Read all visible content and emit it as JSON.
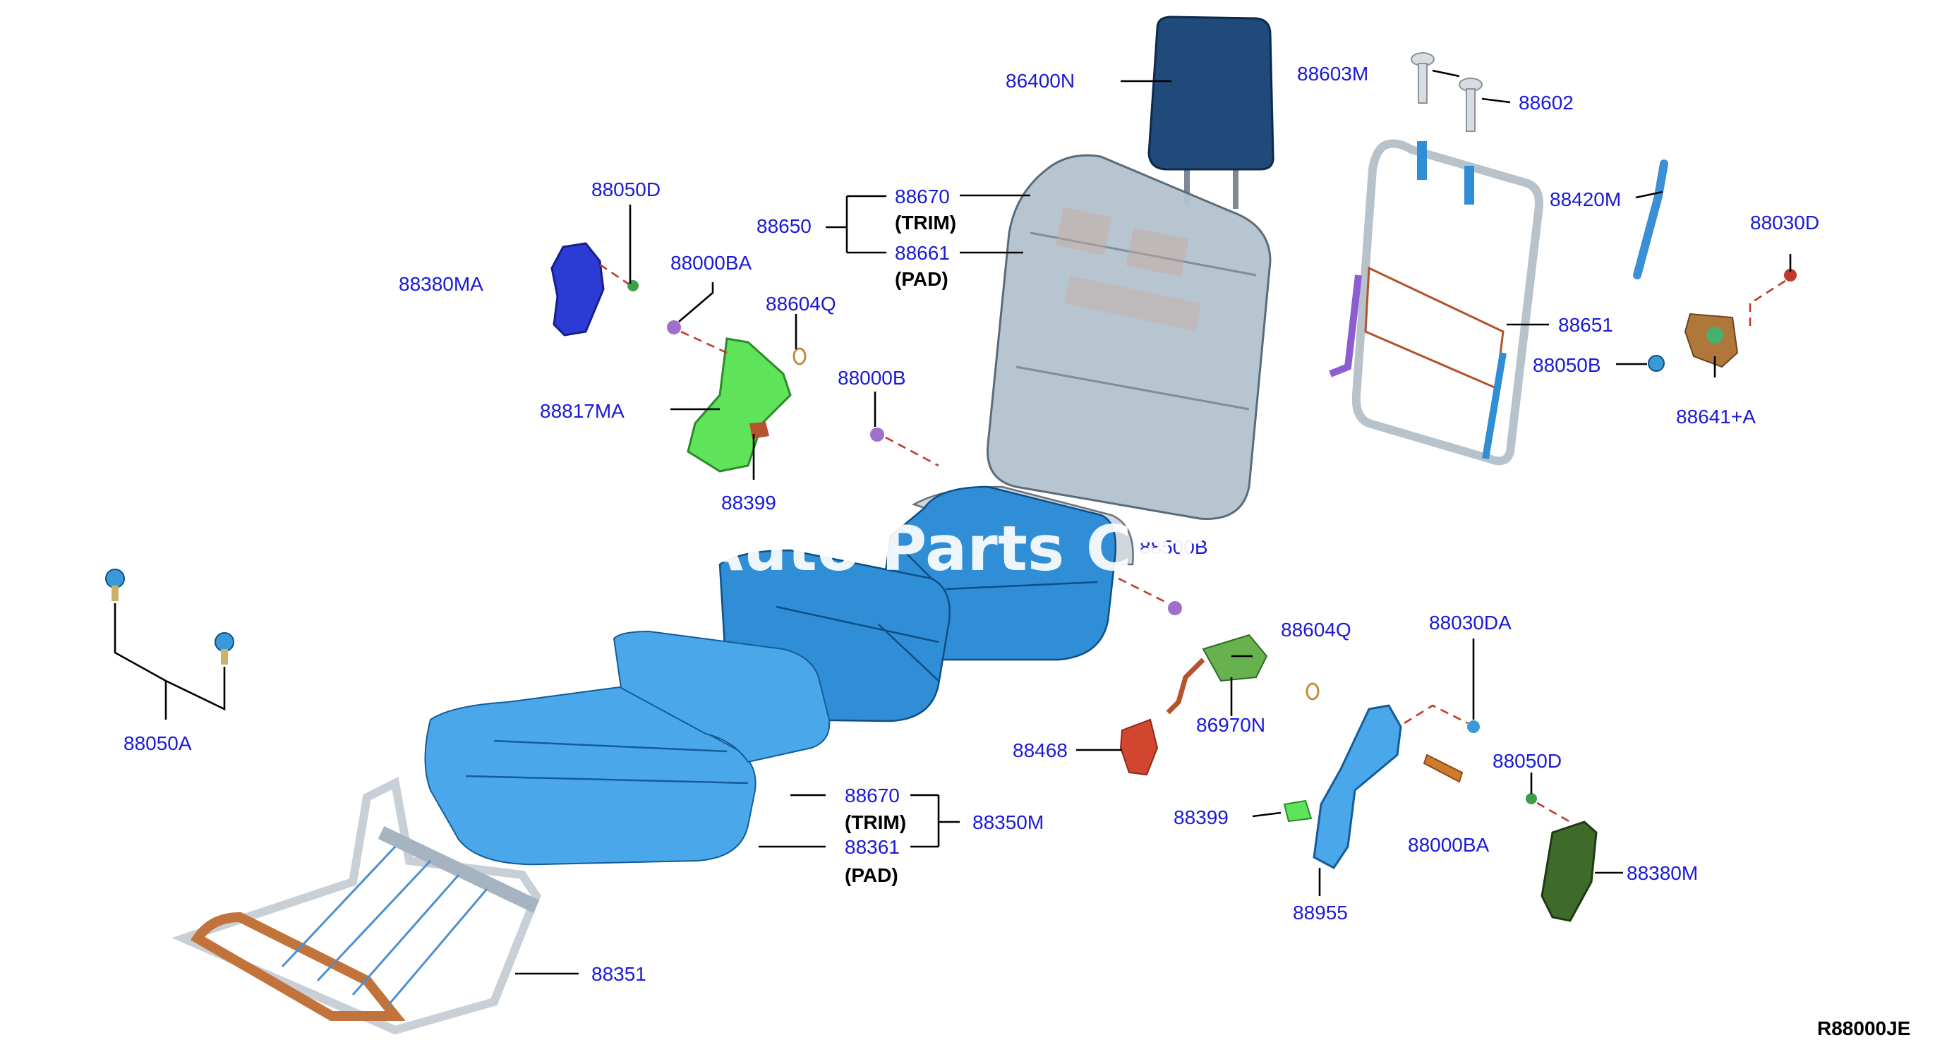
{
  "labels": {
    "l86400N": "86400N",
    "l88603M": "88603M",
    "l88602": "88602",
    "l88420M": "88420M",
    "l88030D": "88030D",
    "l88651": "88651",
    "l88050B": "88050B",
    "l88641A": "88641+A",
    "l88050D_top": "88050D",
    "l88380MA": "88380MA",
    "l88000BA_top": "88000BA",
    "l88604Q_top": "88604Q",
    "l88817MA": "88817MA",
    "l88399_top": "88399",
    "l88000B": "88000B",
    "l88650": "88650",
    "l88670_top": "88670",
    "trim_top": "(TRIM)",
    "l88661": "88661",
    "pad_top": "(PAD)",
    "l88500B": "88500B",
    "l88604Q_mid": "88604Q",
    "l88030DA": "88030DA",
    "l86970N": "86970N",
    "l88468": "88468",
    "l88050D_bot": "88050D",
    "l88399_bot": "88399",
    "l88000BA_bot": "88000BA",
    "l88380M": "88380M",
    "l88955": "88955",
    "l88050A": "88050A",
    "l88670_bot": "88670",
    "trim_bot": "(TRIM)",
    "l88350M": "88350M",
    "l88361": "88361",
    "pad_bot": "(PAD)",
    "l88351": "88351"
  },
  "watermark": "Auto Parts Catalog",
  "reference_code": "R88000JE",
  "colors": {
    "label": "#1a1ad6",
    "seat_blue": "#2f8ed6",
    "headrest": "#1f4a7a",
    "bracket_green": "#5fe35a",
    "cover_blue": "#2c3bd4",
    "cover_green": "#3f6b2a",
    "fastener_red": "#c0392b"
  }
}
